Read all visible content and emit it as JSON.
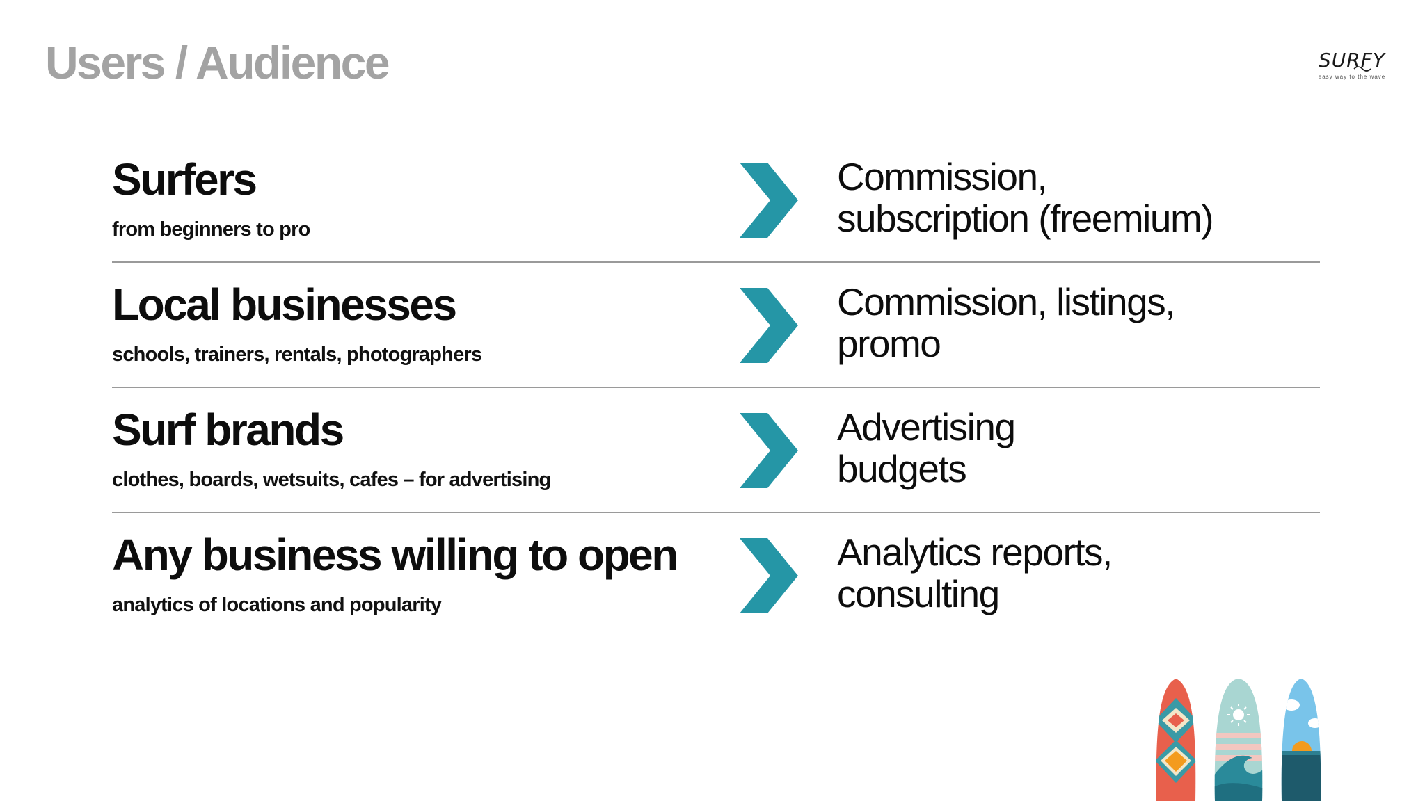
{
  "title": "Users / Audience",
  "logo": {
    "word": "SURFY",
    "tagline": "easy way to the wave"
  },
  "rows": [
    {
      "name": "Surfers",
      "desc": "from beginners to pro",
      "monetization": [
        "Commission,",
        "subscription (freemium)"
      ]
    },
    {
      "name": "Local businesses",
      "desc": "schools, trainers, rentals, photographers",
      "monetization": [
        "Commission, listings,",
        "promo"
      ]
    },
    {
      "name": "Surf brands",
      "desc": "clothes, boards, wetsuits, cafes – for advertising",
      "monetization": [
        "Advertising",
        "budgets"
      ]
    },
    {
      "name": "Any business willing to open",
      "desc": "analytics of locations and popularity",
      "monetization": [
        "Analytics reports,",
        "consulting"
      ]
    }
  ],
  "colors": {
    "arrow": "#2596a6",
    "title": "#a3a3a3",
    "divider": "#9a9a9a"
  },
  "icons": {
    "arrow": "chevron-right-icon",
    "boards": "surfboards-illustration"
  }
}
